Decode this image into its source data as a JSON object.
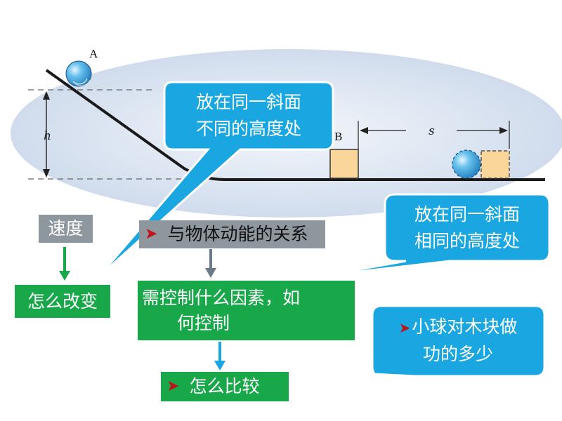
{
  "colors": {
    "bubble": "#1aa7e1",
    "green_box": "#18a84a",
    "gray_box": "#8e969e",
    "ground_ellipse": "#d3deee",
    "block_fill": "#fbd69a",
    "arrow_green": "#18a84a",
    "arrow_blue": "#1aa7e1",
    "arrow_gray": "#6b7a89",
    "bullet_red": "#c0141b"
  },
  "diagram": {
    "label_a": "A",
    "label_b": "B",
    "label_h": "h",
    "label_s": "s"
  },
  "boxes": {
    "speed": "速度",
    "relation": "与物体动能的关系",
    "how_change": "怎么改变",
    "control_factors_line1": "需控制什么因素，如",
    "control_factors_line2": "何控制",
    "how_compare": "怎么比较"
  },
  "bubbles": {
    "different_height_line1": "放在同一斜面",
    "different_height_line2": "不同的高度处",
    "same_height_line1": "放在同一斜面",
    "same_height_line2": "相同的高度处",
    "work_line1": "小球对木块做",
    "work_line2": "功的多少"
  },
  "icons": {
    "bullet": "red-arrowhead-icon"
  }
}
